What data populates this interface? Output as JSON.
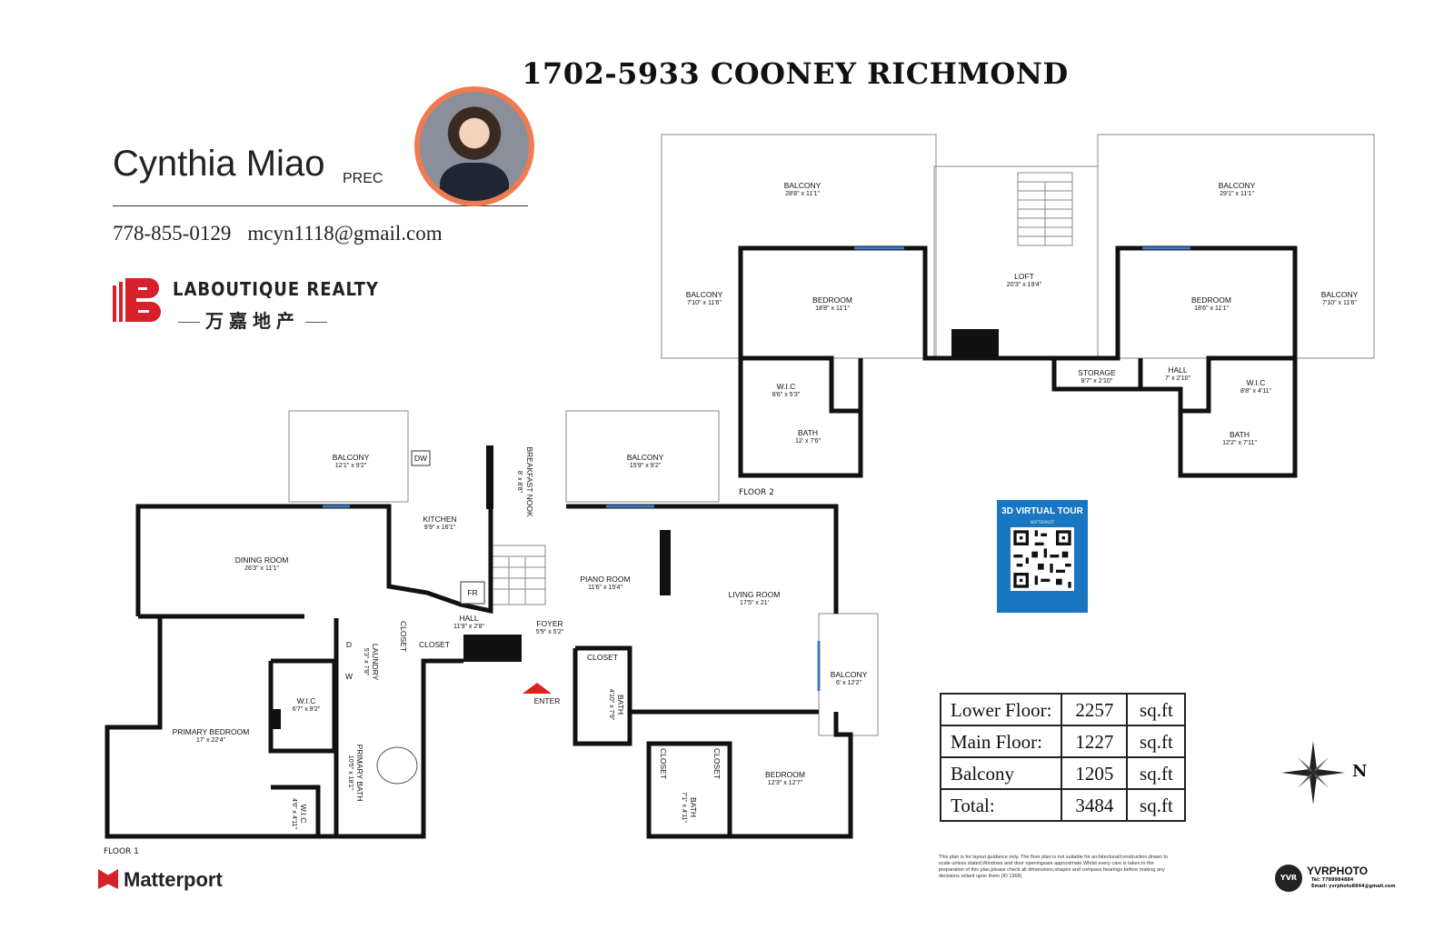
{
  "title": "1702-5933 COONEY RICHMOND",
  "agent": {
    "name": "Cynthia Miao",
    "designation": "PREC",
    "phone": "778-855-0129",
    "email": "mcyn1118@gmail.com"
  },
  "brokerage": {
    "name": "LABOUTIQUE REALTY",
    "name_cn": "万嘉地产",
    "color": "#d6202a"
  },
  "virtual_tour": {
    "label": "3D VIRTUAL TOUR",
    "provider": "MATTERPORT",
    "color": "#1976c2"
  },
  "areas": [
    {
      "label": "Lower Floor:",
      "value": "2257",
      "unit": "sq.ft"
    },
    {
      "label": "Main Floor:",
      "value": "1227",
      "unit": "sq.ft"
    },
    {
      "label": "Balcony",
      "value": "1205",
      "unit": "sq.ft"
    },
    {
      "label": "Total:",
      "value": "3484",
      "unit": "sq.ft"
    }
  ],
  "floors": {
    "floor1_label": "FLOOR 1",
    "floor2_label": "FLOOR 2"
  },
  "rooms_floor2": [
    {
      "name": "BALCONY",
      "dims": "28'8\" x 11'1\""
    },
    {
      "name": "BALCONY",
      "dims": "7'10\" x 11'6\""
    },
    {
      "name": "BEDROOM",
      "dims": "18'8\" x 11'1\""
    },
    {
      "name": "W.I.C",
      "dims": "8'6\" x 5'3\""
    },
    {
      "name": "BATH",
      "dims": "12' x 7'6\""
    },
    {
      "name": "LOFT",
      "dims": "20'3\" x 19'4\""
    },
    {
      "name": "STORAGE",
      "dims": "8'7\" x 2'10\""
    },
    {
      "name": "HALL",
      "dims": "7' x 2'10\""
    },
    {
      "name": "BALCONY",
      "dims": "29'1\" x 11'1\""
    },
    {
      "name": "BEDROOM",
      "dims": "18'6\" x 11'1\""
    },
    {
      "name": "BALCONY",
      "dims": "7'10\" x 11'6\""
    },
    {
      "name": "W.I.C",
      "dims": "8'8\" x 4'11\""
    },
    {
      "name": "BATH",
      "dims": "12'2\" x 7'11\""
    }
  ],
  "rooms_floor1": [
    {
      "name": "BALCONY",
      "dims": "12'1\" x 9'2\""
    },
    {
      "name": "KITCHEN",
      "dims": "9'9\" x 16'1\""
    },
    {
      "name": "BREAKFAST NOOK",
      "dims": "8' x 8'8\""
    },
    {
      "name": "BALCONY",
      "dims": "15'9\" x 9'2\""
    },
    {
      "name": "DINING ROOM",
      "dims": "26'3\" x 11'1\""
    },
    {
      "name": "PIANO ROOM",
      "dims": "11'6\" x 15'4\""
    },
    {
      "name": "LIVING ROOM",
      "dims": "17'5\" x 21'"
    },
    {
      "name": "HALL",
      "dims": "11'9\" x 2'8\""
    },
    {
      "name": "FOYER",
      "dims": "5'9\" x 5'2\""
    },
    {
      "name": "LAUNDRY",
      "dims": "5'3\" x 7'8\""
    },
    {
      "name": "W.I.C",
      "dims": "6'7\" x 9'2\""
    },
    {
      "name": "PRIMARY BEDROOM",
      "dims": "17' x 22'4\""
    },
    {
      "name": "PRIMARY BATH",
      "dims": "10'5\" x 18'1\""
    },
    {
      "name": "W.I.C",
      "dims": "4'6\" x 4'11\""
    },
    {
      "name": "BALCONY",
      "dims": "6' x 12'2\""
    },
    {
      "name": "BEDROOM",
      "dims": "12'3\" x 12'7\""
    },
    {
      "name": "BATH",
      "dims": "4'10\" x 7'9\""
    },
    {
      "name": "BATH",
      "dims": "7'1\" x 4'11\""
    }
  ],
  "fixtures": {
    "dw": "DW",
    "fr": "FR",
    "dryer": "D",
    "washer": "W",
    "closet": "CLOSET",
    "enter": "ENTER"
  },
  "disclaimer": "This plan is for layout guidance only. The floor plan is not suitable for architectural/construction,drawn to scale unless stated.Windows and door openingsare approximate.Whilst every care is taken in the preparation of this plan,please check all dimensions,shapes and compass bearings before making any decisions reliant upon them (ID 1368)",
  "compass": {
    "direction": "N"
  },
  "footer": {
    "matterport": "Matterport",
    "photographer_badge": "YVR",
    "photographer": "YVRPHOTO",
    "tel": "Tel:  7788984884",
    "email": "Email:  yvrphoto8844@gmail.com"
  },
  "colors": {
    "wall": "#111111",
    "window": "#3a78c6",
    "enter_arrow": "#e0201b"
  }
}
